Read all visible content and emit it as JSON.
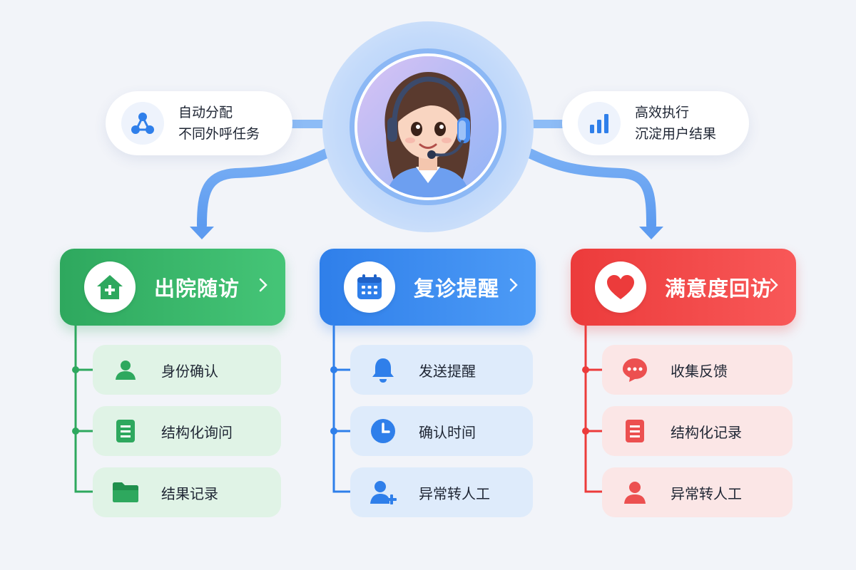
{
  "top_left": {
    "line1": "自动分配",
    "line2": "不同外呼任务",
    "icon": "network-nodes-icon"
  },
  "top_right": {
    "line1": "高效执行",
    "line2": "沉淀用户结果",
    "icon": "bar-chart-icon"
  },
  "avatar": {
    "icon": "agent-headset-avatar"
  },
  "columns": [
    {
      "title": "出院随访",
      "color": "#2ea85e",
      "icon": "home-plus-icon",
      "items": [
        {
          "label": "身份确认",
          "icon": "user-icon"
        },
        {
          "label": "结构化询问",
          "icon": "document-icon"
        },
        {
          "label": "结果记录",
          "icon": "folder-icon"
        }
      ]
    },
    {
      "title": "复诊提醒",
      "color": "#2f7fea",
      "icon": "calendar-icon",
      "items": [
        {
          "label": "发送提醒",
          "icon": "bell-icon"
        },
        {
          "label": "确认时间",
          "icon": "clock-icon"
        },
        {
          "label": "异常转人工",
          "icon": "user-add-icon"
        }
      ]
    },
    {
      "title": "满意度回访",
      "color": "#ec3b3b",
      "icon": "heart-icon",
      "items": [
        {
          "label": "收集反馈",
          "icon": "chat-bubble-icon"
        },
        {
          "label": "结构化记录",
          "icon": "document-icon"
        },
        {
          "label": "异常转人工",
          "icon": "user-icon"
        }
      ]
    }
  ]
}
